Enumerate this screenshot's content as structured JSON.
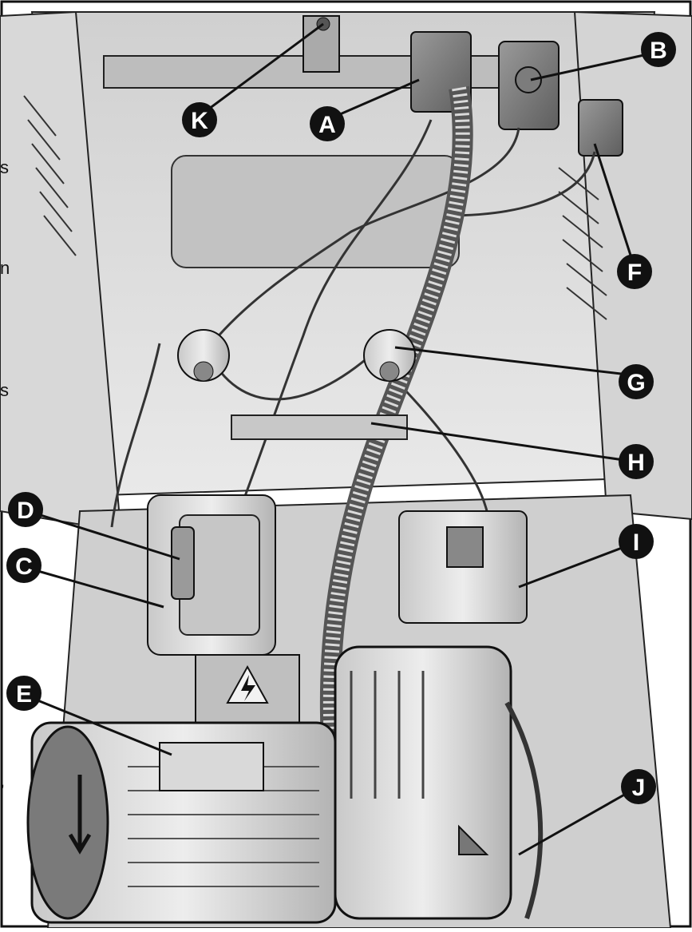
{
  "callouts": [
    {
      "id": "A",
      "label": "A"
    },
    {
      "id": "B",
      "label": "B"
    },
    {
      "id": "C",
      "label": "C"
    },
    {
      "id": "D",
      "label": "D"
    },
    {
      "id": "E",
      "label": "E"
    },
    {
      "id": "F",
      "label": "F"
    },
    {
      "id": "G",
      "label": "G"
    },
    {
      "id": "H",
      "label": "H"
    },
    {
      "id": "I",
      "label": "I"
    },
    {
      "id": "J",
      "label": "J"
    },
    {
      "id": "K",
      "label": "K"
    }
  ],
  "left_edge_fragments": [
    "s",
    "n",
    "s",
    ","
  ],
  "warning_symbol": "lightning-bolt-icon",
  "colors": {
    "line": "#111111",
    "metal_light": "#e6e6e6",
    "metal_mid": "#bdbdbd",
    "metal_dark": "#8a8a8a",
    "badge": "#111111"
  }
}
